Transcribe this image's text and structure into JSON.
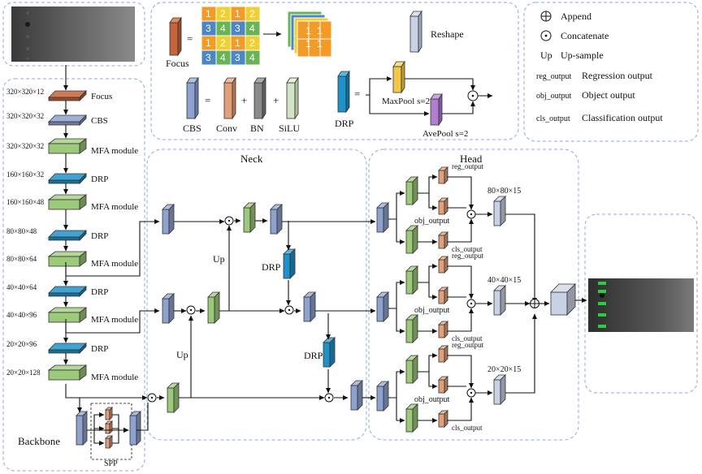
{
  "legend_top": {
    "focus_label": "Focus",
    "equals": "=",
    "grid_numbers": [
      [
        "1",
        "2",
        "1",
        "2"
      ],
      [
        "3",
        "4",
        "3",
        "4"
      ],
      [
        "1",
        "2",
        "1",
        "2"
      ],
      [
        "3",
        "4",
        "3",
        "4"
      ]
    ],
    "stack_numbers": [
      [
        "1",
        "1"
      ],
      [
        "1",
        "1"
      ]
    ],
    "reshape_label": "Reshape",
    "cbs_label": "CBS",
    "conv_label": "Conv",
    "bn_label": "BN",
    "silu_label": "SiLU",
    "plus": "+",
    "drp_label": "DRP",
    "maxpool_label": "MaxPool s=2",
    "avepool_label": "AvePool s=2"
  },
  "legend_right": {
    "append_symbol": "⊕",
    "append_label": "Append",
    "concat_symbol": "⊙",
    "concat_label": "Concatenate",
    "up_key": "Up",
    "up_label": "Up-sample",
    "reg_key": "reg_output",
    "reg_label": "Regression output",
    "obj_key": "obj_output",
    "obj_label": "Object output",
    "cls_key": "cls_output",
    "cls_label": "Classification output"
  },
  "backbone": {
    "title": "Backbone",
    "spp_label": "SPP",
    "layers": [
      {
        "size": "320×320×12",
        "name": "Focus"
      },
      {
        "size": "320×320×32",
        "name": "CBS"
      },
      {
        "size": "320×320×32",
        "name": "MFA module"
      },
      {
        "size": "160×160×32",
        "name": "DRP"
      },
      {
        "size": "160×160×48",
        "name": "MFA module"
      },
      {
        "size": "80×80×48",
        "name": "DRP"
      },
      {
        "size": "80×80×64",
        "name": "MFA module"
      },
      {
        "size": "40×40×64",
        "name": "DRP"
      },
      {
        "size": "40×40×96",
        "name": "MFA module"
      },
      {
        "size": "20×20×96",
        "name": "DRP"
      },
      {
        "size": "20×20×128",
        "name": "MFA module"
      }
    ]
  },
  "neck": {
    "title": "Neck",
    "up_label": "Up",
    "drp_label": "DRP"
  },
  "head": {
    "title": "Head",
    "branches": [
      {
        "size": "80×80×15",
        "reg": "reg_output",
        "obj": "obj_output",
        "cls": "cls_output"
      },
      {
        "size": "40×40×15",
        "reg": "reg_output",
        "obj": "obj_output",
        "cls": "cls_output"
      },
      {
        "size": "20×20×15",
        "reg": "reg_output",
        "obj": "obj_output",
        "cls": "cls_output"
      }
    ]
  },
  "colors": {
    "focus": "#c8643a",
    "cbs": "#8ea2cf",
    "mfa": "#9dc97a",
    "drp": "#1e93c9",
    "conv": "#e2a07a",
    "bn": "#8a8a8a",
    "silu": "#d3e3c6",
    "reshape": "#c9d2e4",
    "maxpool": "#f2c84b",
    "avepool": "#b07fd0",
    "panel": "#8fa9d6",
    "cell_orange": "#f39a27",
    "cell_blue": "#4a86c8",
    "cell_green": "#69b454",
    "cell_yellow": "#f0d030"
  }
}
